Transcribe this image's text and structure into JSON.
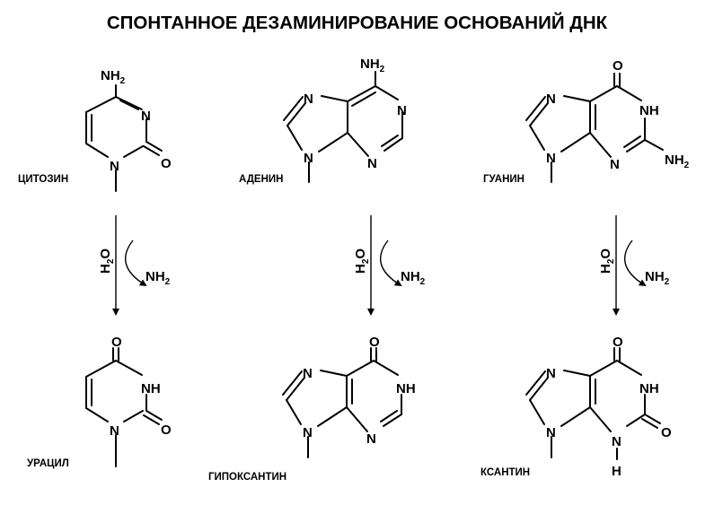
{
  "title": "СПОНТАННОЕ ДЕЗАМИНИРОВАНИЕ ОСНОВАНИЙ ДНК",
  "atoms": {
    "N": "N",
    "NH": "NH",
    "H": "H",
    "O": "O",
    "NH_main": "NH",
    "H2O_H": "H",
    "H2O_O": "O",
    "sub2": "2"
  },
  "reagent": {
    "water": "H2O",
    "ammonia": "NH2"
  },
  "bases": {
    "cytosine": "ЦИТОЗИН",
    "adenine": "АДЕНИН",
    "guanine": "ГУАНИН",
    "uracil": "УРАЦИЛ",
    "hypoxanthine": "ГИПОКСАНТИН",
    "xanthine": "КСАНТИН"
  }
}
